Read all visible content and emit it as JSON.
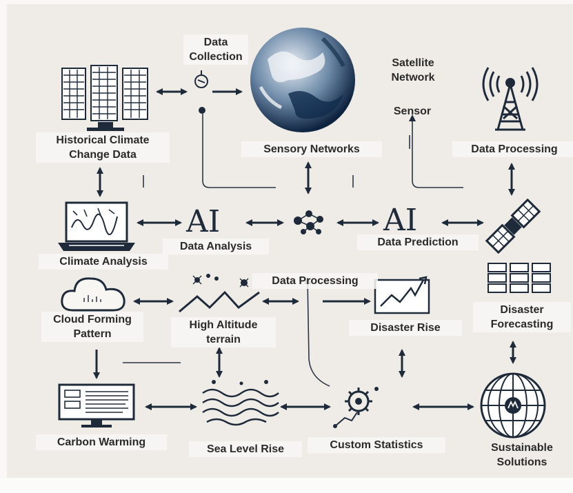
{
  "colors": {
    "background": "#efece7",
    "ink": "#1e2a3a",
    "label_box": "#f8f7f4"
  },
  "labels": {
    "data_collection": [
      "Data",
      "Collection"
    ],
    "satellite": [
      "Satellite",
      "Network"
    ],
    "sensor": "Sensor",
    "historical": [
      "Historical Climate",
      "Change Data"
    ],
    "sensory_networks": "Sensory Networks",
    "data_processing_top": "Data Processing",
    "ai_left": "AI",
    "ai_right": "AI",
    "data_analysis": "Data Analysis",
    "data_prediction": "Data Prediction",
    "climate_analysis": "Climate Analysis",
    "data_processing_mid": "Data Processing",
    "cloud": [
      "Cloud Forming",
      "Pattern"
    ],
    "high_altitude": [
      "High Altitude",
      "terrain"
    ],
    "disaster_rise": "Disaster Rise",
    "disaster_forecasting": [
      "Disaster",
      "Forecasting"
    ],
    "carbon_warming": "Carbon Warming",
    "sea_level": "Sea Level Rise",
    "custom_statistics": "Custom Statistics",
    "sustainable": [
      "Sustainable",
      "Solutions"
    ]
  },
  "icons": [
    "server-rack-icon",
    "small-satellite-icon",
    "globe-earth-icon",
    "radio-tower-icon",
    "laptop-chart-icon",
    "neural-cluster-icon",
    "satellite-icon",
    "forecast-grid-icon",
    "cloud-icon",
    "mountain-terrain-icon",
    "rising-chart-icon",
    "monitor-icon",
    "sea-waves-icon",
    "statistics-gear-icon",
    "world-globe-icon"
  ]
}
